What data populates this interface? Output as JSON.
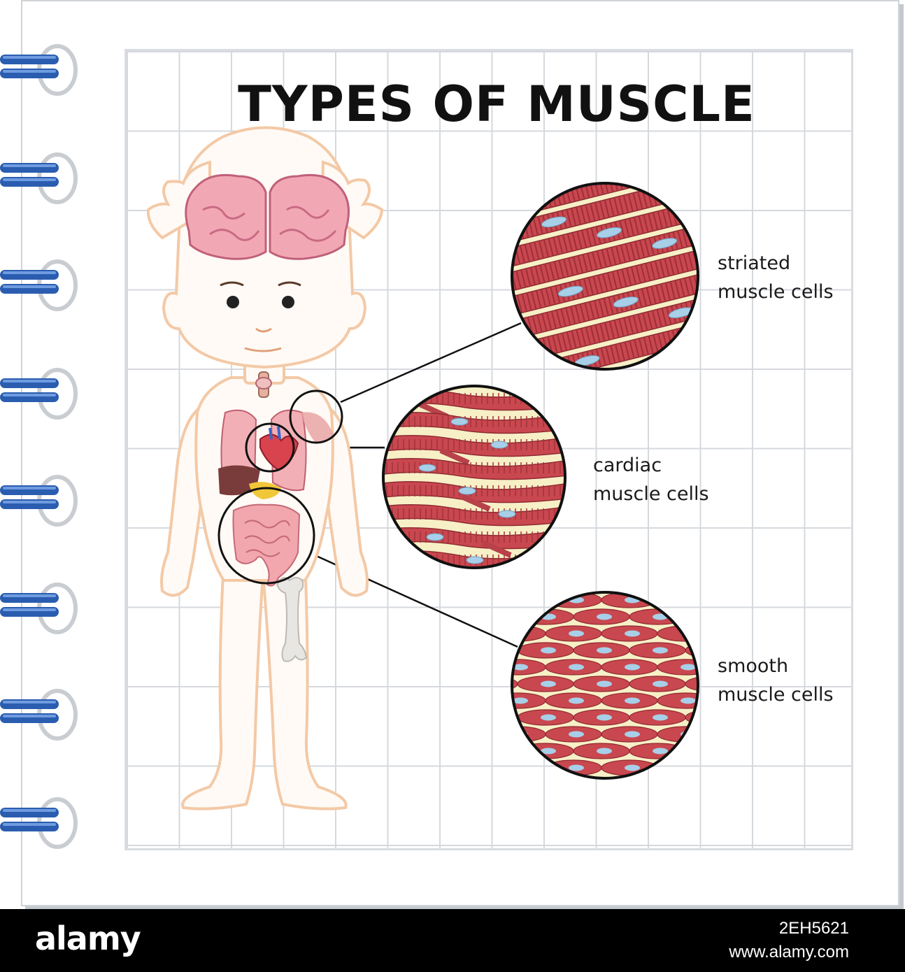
{
  "title": "TYPES OF MUSCLE",
  "labels": {
    "striated": [
      "striated",
      "muscle cells"
    ],
    "cardiac": [
      "cardiac",
      "muscle cells"
    ],
    "smooth": [
      "smooth",
      "muscle cells"
    ]
  },
  "footer": {
    "logo": "alamy",
    "image_id": "2EH5621",
    "url": "www.alamy.com"
  },
  "colors": {
    "muscle_red": "#c9474f",
    "muscle_light": "#e07077",
    "tissue_cream": "#f7efc6",
    "nucleus_blue": "#a8cfe8",
    "spiral_blue": "#2a5db0",
    "skin_outline": "#f3c9a6",
    "brain_pink": "#f2a8b4"
  },
  "icons": [
    "spiral-binding",
    "human-figure",
    "brain",
    "lungs",
    "heart",
    "intestine",
    "bone",
    "magnifier-circle"
  ]
}
